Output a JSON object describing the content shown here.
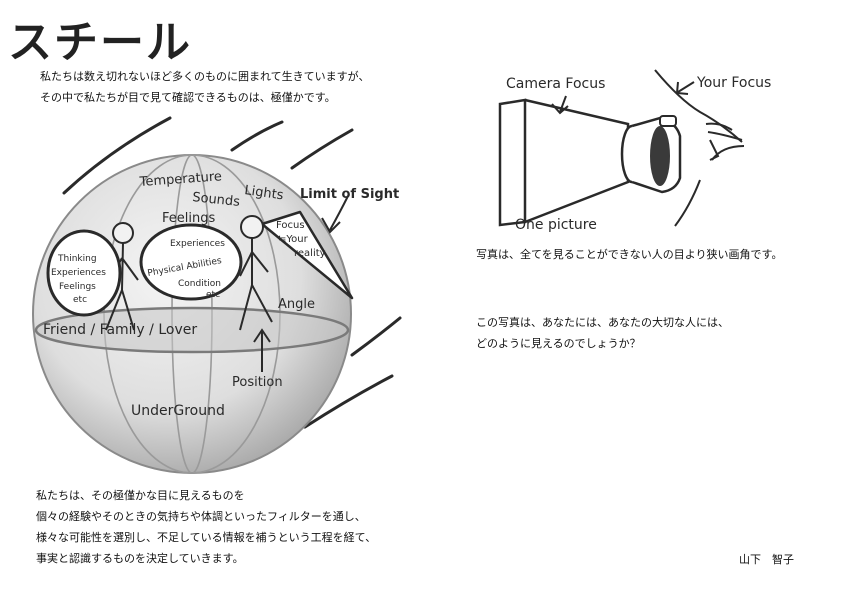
{
  "title": "スチール",
  "intro": {
    "lines": [
      "私たちは数え切れないほど多くのものに囲まれて生きていますが、",
      "その中で私たちが目で見て確認できるものは、極僅かです。"
    ]
  },
  "sphere_labels": {
    "temperature": "Temperature",
    "sounds": "Sounds",
    "lights": "Lights",
    "feelings": "Feelings",
    "limit_of_sight": "Limit of Sight",
    "focus_lines": [
      "Focus",
      "≒Your",
      "reality"
    ],
    "left_bubble": [
      "Thinking",
      "Experiences",
      "Feelings",
      "etc"
    ],
    "right_bubble": [
      "Experiences",
      "Physical Abilities",
      "Condition",
      "etc"
    ],
    "angle": "Angle",
    "friend_family_lover": "Friend / Family / Lover",
    "position": "Position",
    "underground": "UnderGround"
  },
  "bottom_text": {
    "lines": [
      "私たちは、その極僅かな目に見えるものを",
      "個々の経験やそのときの気持ちや体調といったフィルターを通し、",
      "様々な可能性を選別し、不足している情報を補うという工程を経て、",
      "事実と認識するものを決定していきます。"
    ]
  },
  "camera_labels": {
    "camera_focus": "Camera Focus",
    "your_focus": "Your Focus",
    "one_picture": "One picture"
  },
  "photo_caption": "写真は、全てを見ることができない人の目より狭い画角です。",
  "question": {
    "lines": [
      "この写真は、あなたには、あなたの大切な人には、",
      "どのように見えるのでしょうか？"
    ]
  },
  "author": "山下　智子",
  "colors": {
    "sphere_fill": "#cfcfcf",
    "sphere_stroke": "#8a8a8a",
    "ink": "#2a2a2a"
  }
}
